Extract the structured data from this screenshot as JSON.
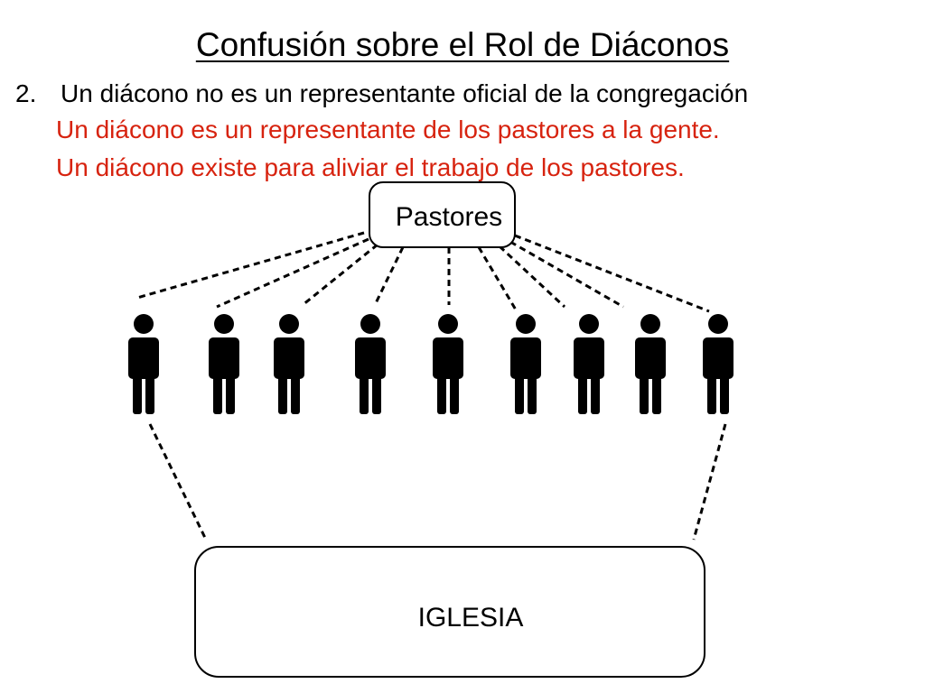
{
  "slide": {
    "title": "Confusión sobre el Rol de Diáconos",
    "point_number": "2.",
    "point_text": "Un diácono no es un representante oficial de la congregación",
    "corrections": [
      "Un diácono es un representante de los pastores a la gente.",
      "Un diácono existe para aliviar el trabajo de los pastores."
    ]
  },
  "diagram": {
    "top_node_label": "Pastores",
    "bottom_node_label": "IGLESIA",
    "people_count": 9,
    "person_icon": "person-icon",
    "connector_style": "dashed"
  },
  "colors": {
    "text": "#000000",
    "accent_red": "#d7230f",
    "stroke": "#000000",
    "background": "#ffffff"
  }
}
